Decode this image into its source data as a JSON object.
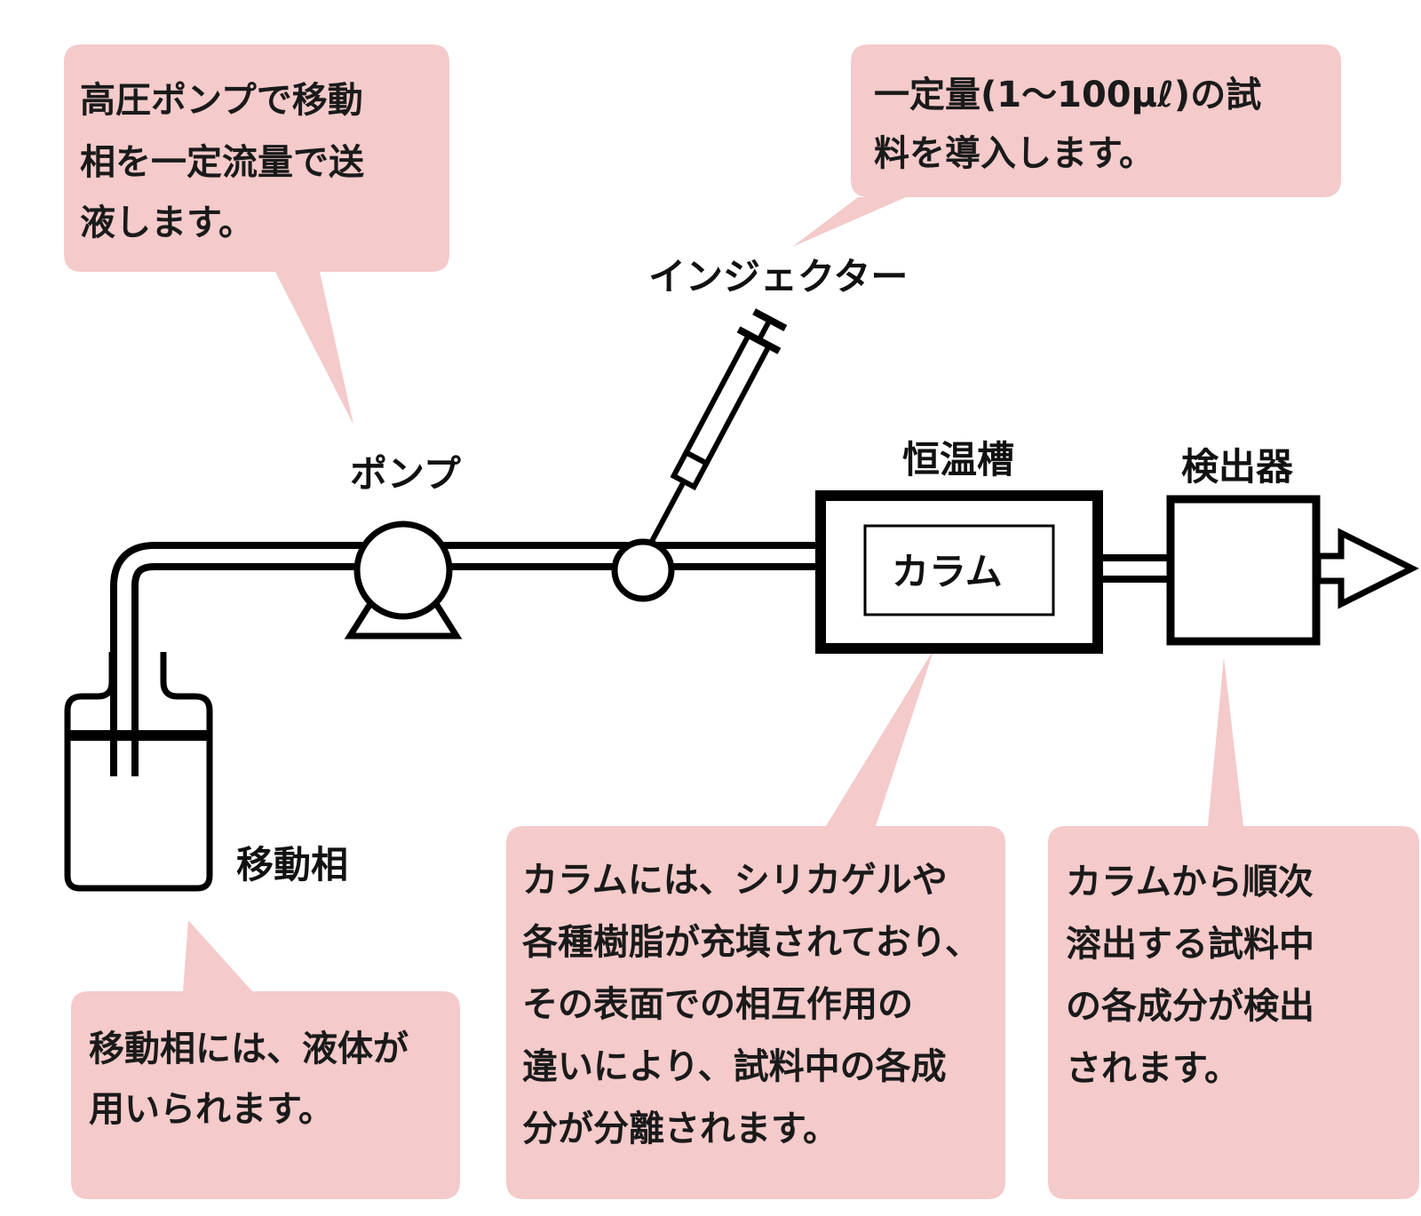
{
  "colors": {
    "callout_fill": "#f4caca",
    "line": "#000000",
    "background": "#ffffff"
  },
  "labels": {
    "pump": "ポンプ",
    "injector": "インジェクター",
    "thermostat": "恒温槽",
    "column": "カラム",
    "detector": "検出器",
    "mobile_phase": "移動相"
  },
  "callouts": {
    "pump": [
      "高圧ポンプで移動",
      "相を一定流量で送",
      "液します。"
    ],
    "injector": [
      "一定量(1〜100μℓ)の試",
      "料を導入します。"
    ],
    "mobile_phase": [
      "移動相には、液体が",
      "用いられます。"
    ],
    "column": [
      "カラムには、シリカゲルや",
      "各種樹脂が充填されており、",
      "その表面での相互作用の",
      "違いにより、試料中の各成",
      "分が分離されます。"
    ],
    "detector": [
      "カラムから順次",
      "溶出する試料中",
      "の各成分が検出",
      "されます。"
    ]
  },
  "icons": [
    "pump-icon",
    "syringe-icon",
    "injection-valve-icon",
    "bottle-icon",
    "outlet-arrow-icon"
  ]
}
